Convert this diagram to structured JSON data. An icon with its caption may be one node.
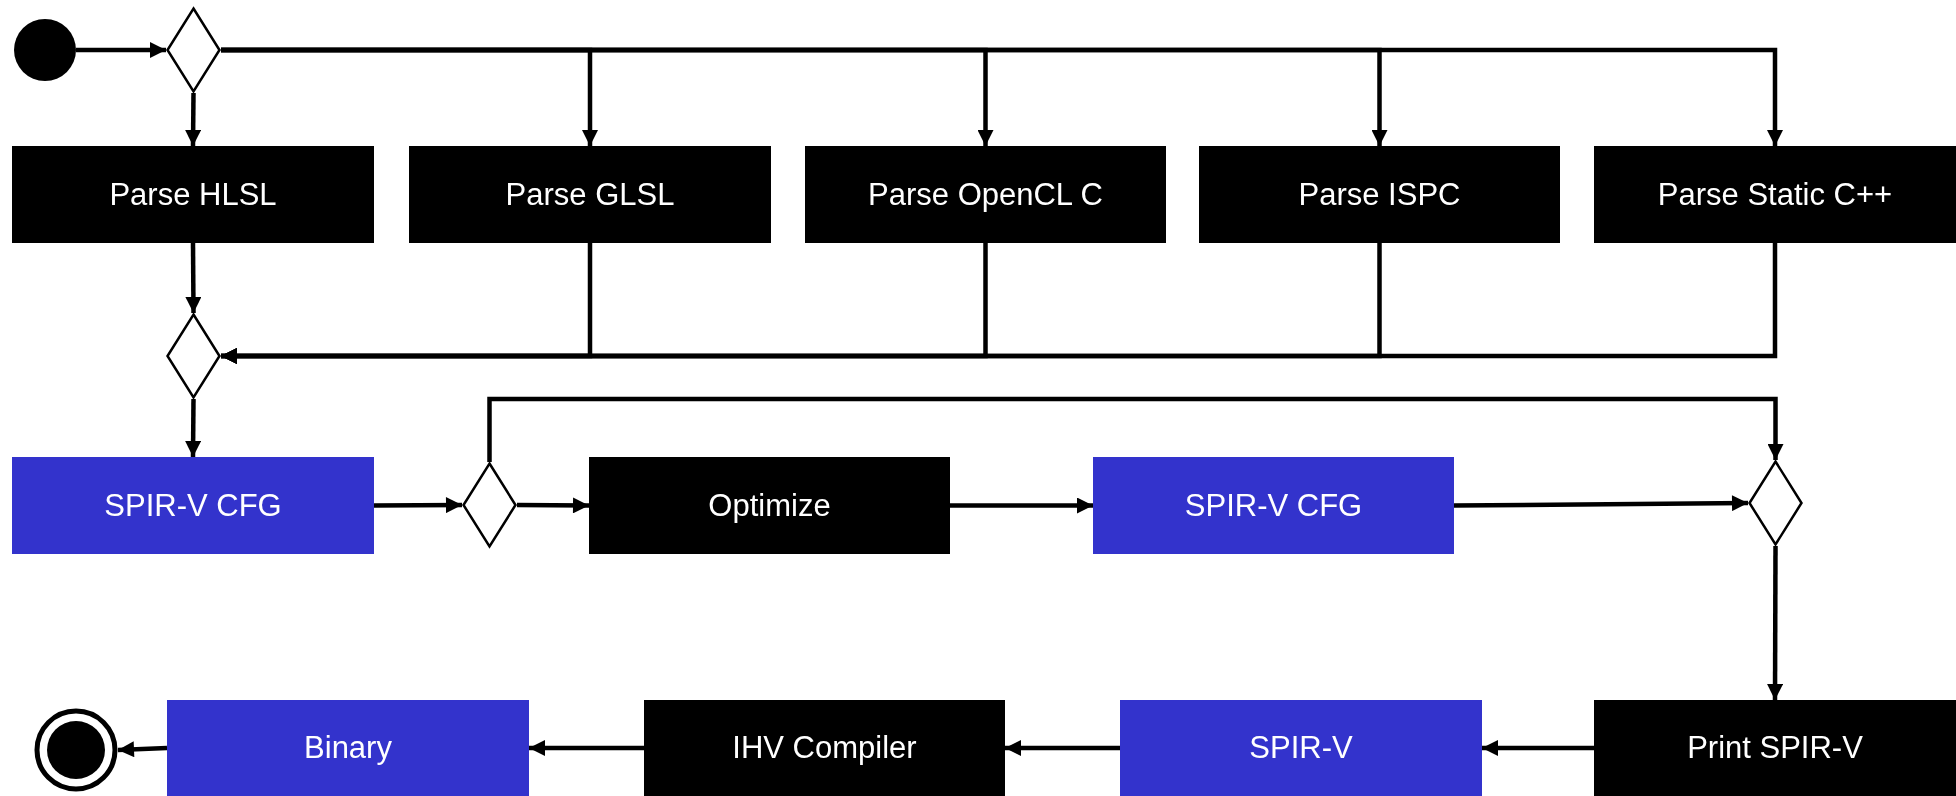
{
  "diagram": {
    "nodes": [
      {
        "text": [],
        "shape": "circle"
      },
      {
        "text": [],
        "shape": "diamond"
      },
      {
        "text": [
          "Parse HLSL"
        ]
      },
      {
        "text": [
          "Parse GLSL"
        ]
      },
      {
        "text": [
          "Parse OpenCL C"
        ]
      },
      {
        "text": [
          "Parse ISPC"
        ]
      },
      {
        "text": [
          "Parse Static C++"
        ]
      },
      {
        "text": [],
        "shape": "diamond"
      },
      {
        "text": [
          "SPIR-V CFG"
        ]
      },
      {
        "text": [],
        "shape": "diamond"
      },
      {
        "text": [
          "Optimize"
        ]
      },
      {
        "text": [
          "SPIR-V CFG"
        ]
      },
      {
        "text": [],
        "shape": "diamond"
      },
      {
        "text": [
          "Print SPIR-V"
        ]
      },
      {
        "text": [
          "SPIR-V"
        ]
      },
      {
        "text": [
          "IHV Compiler"
        ]
      },
      {
        "text": [
          "Binary"
        ]
      },
      {
        "text": [],
        "shape": "circle"
      }
    ],
    "edges": [
      {
        "from": 0,
        "to": 1,
        "arrow": "to"
      },
      {
        "from": 1,
        "to": 2,
        "arrow": "to"
      },
      {
        "from": 1,
        "to": 3,
        "arrow": "to"
      },
      {
        "from": 1,
        "to": 4,
        "arrow": "to"
      },
      {
        "from": 1,
        "to": 5,
        "arrow": "to"
      },
      {
        "from": 1,
        "to": 6,
        "arrow": "to"
      },
      {
        "from": 2,
        "to": 7,
        "arrow": "to"
      },
      {
        "from": 3,
        "to": 7,
        "arrow": "to"
      },
      {
        "from": 4,
        "to": 7,
        "arrow": "to"
      },
      {
        "from": 5,
        "to": 7,
        "arrow": "to"
      },
      {
        "from": 6,
        "to": 7,
        "arrow": "to"
      },
      {
        "from": 7,
        "to": 8,
        "arrow": "to"
      },
      {
        "from": 8,
        "to": 9,
        "arrow": "to"
      },
      {
        "from": 9,
        "to": 10,
        "arrow": "to"
      },
      {
        "from": 9,
        "to": 12,
        "arrow": "to"
      },
      {
        "from": 10,
        "to": 11,
        "arrow": "to"
      },
      {
        "from": 11,
        "to": 12,
        "arrow": "to"
      },
      {
        "from": 12,
        "to": 13,
        "arrow": "to"
      },
      {
        "from": 13,
        "to": 14,
        "arrow": "to"
      },
      {
        "from": 14,
        "to": 15,
        "arrow": "to"
      },
      {
        "from": 15,
        "to": 16,
        "arrow": "to"
      },
      {
        "from": 16,
        "to": 17,
        "arrow": "to"
      }
    ]
  }
}
